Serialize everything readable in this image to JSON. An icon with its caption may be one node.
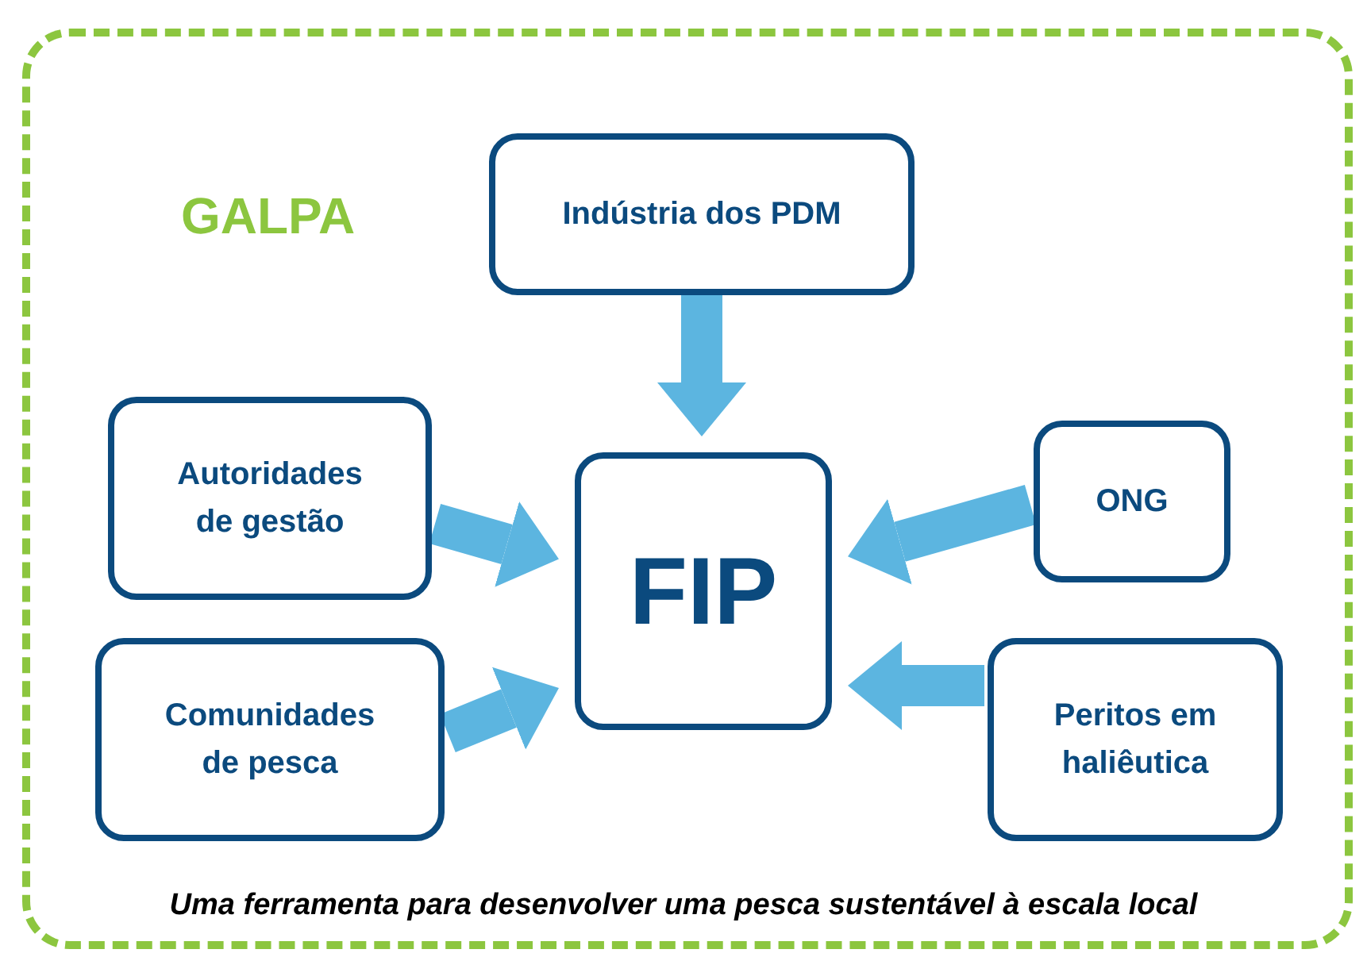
{
  "diagram": {
    "caption": "Uma ferramenta para desenvolver uma pesca sustentável à escala local",
    "nodes": [
      {
        "text": [
          "GALPA"
        ]
      },
      {
        "text": [
          "Indústria dos PDM"
        ],
        "in": 0
      },
      {
        "text": [
          "Autoridades de gestão"
        ],
        "in": 0
      },
      {
        "text": [
          "FIP"
        ],
        "in": 0
      },
      {
        "text": [
          "ONG"
        ],
        "in": 0
      },
      {
        "text": [
          "Comunidades de pesca"
        ],
        "in": 0
      },
      {
        "text": [
          "Peritos em haliêutica"
        ],
        "in": 0
      }
    ],
    "edges": [
      {
        "from": 1,
        "to": 3,
        "arrow": "to"
      },
      {
        "from": 2,
        "to": 3,
        "arrow": "to"
      },
      {
        "from": 4,
        "to": 3,
        "arrow": "to"
      },
      {
        "from": 5,
        "to": 3,
        "arrow": "to"
      },
      {
        "from": 6,
        "to": 3,
        "arrow": "to"
      }
    ]
  }
}
